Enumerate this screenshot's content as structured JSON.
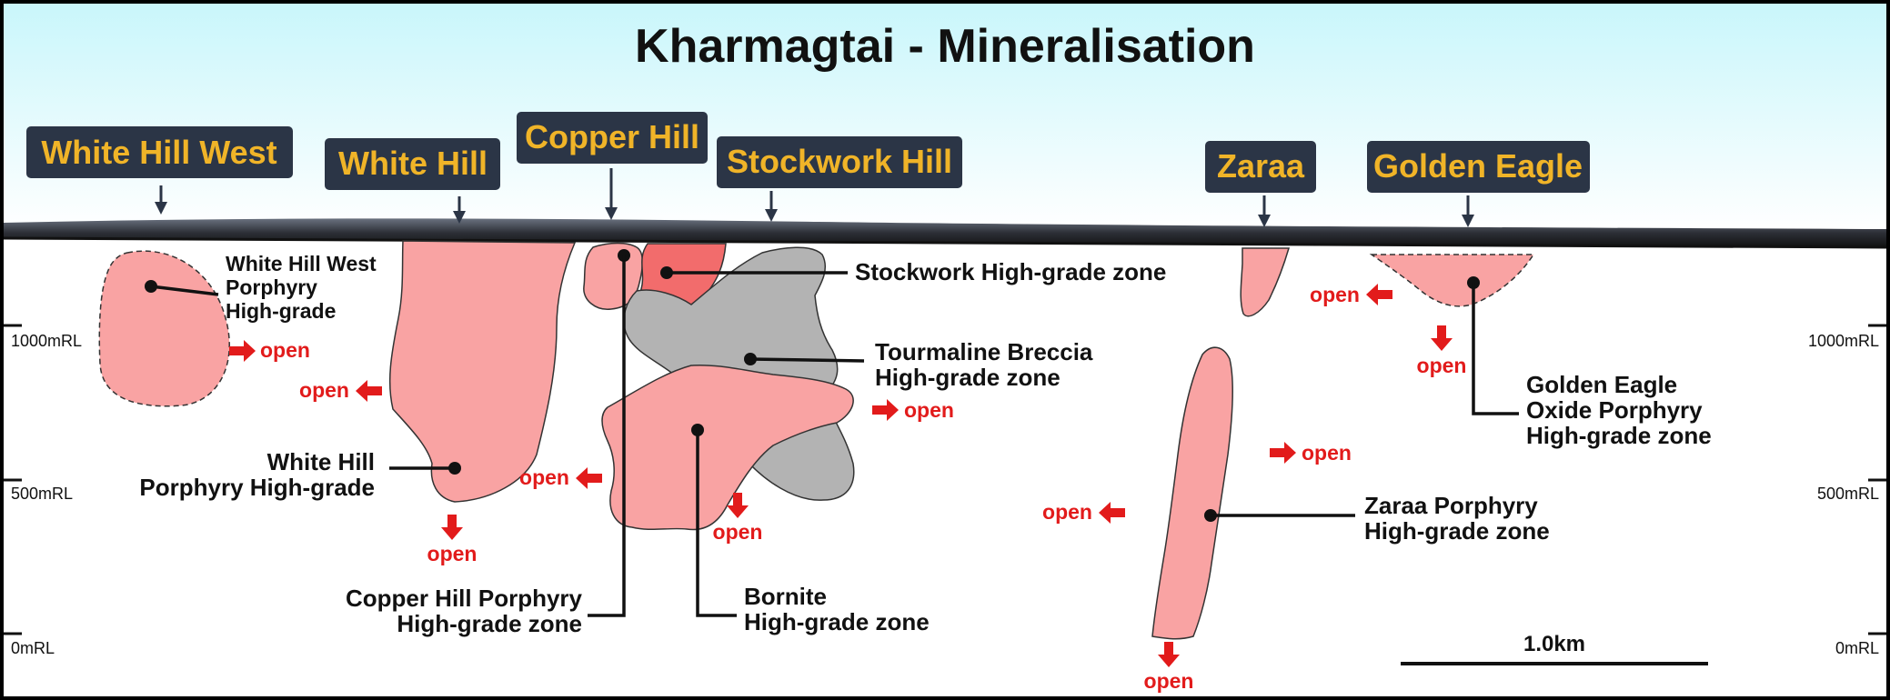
{
  "title": "Kharmagtai - Mineralisation",
  "deposits": {
    "white_hill_west": "White Hill West",
    "white_hill": "White Hill",
    "copper_hill": "Copper Hill",
    "stockwork_hill": "Stockwork Hill",
    "zaraa": "Zaraa",
    "golden_eagle": "Golden Eagle"
  },
  "labels": {
    "whw_porphyry": [
      "White Hill West",
      "Porphyry",
      "High-grade"
    ],
    "wh_porphyry": [
      "White Hill",
      "Porphyry High-grade"
    ],
    "ch_porphyry": [
      "Copper Hill Porphyry",
      "High-grade zone"
    ],
    "bornite": [
      "Bornite",
      "High-grade zone"
    ],
    "stockwork": [
      "Stockwork High-grade zone"
    ],
    "tourmaline": [
      "Tourmaline Breccia",
      "High-grade zone"
    ],
    "zaraa_porphyry": [
      "Zaraa Porphyry",
      "High-grade zone"
    ],
    "golden_eagle_oxide": [
      "Golden Eagle",
      "Oxide Porphyry",
      "High-grade zone"
    ]
  },
  "open_label": "open",
  "elevation_ticks": [
    "1000mRL",
    "500mRL",
    "0mRL"
  ],
  "scale_bar": "1.0km",
  "colors": {
    "sky_top": "#c9f6fb",
    "deposit_box": "#2b3546",
    "deposit_text": "#f0b428",
    "porphyry_fill": "#f9a3a3",
    "high_grade_fill": "#f26c6c",
    "breccia_fill": "#b3b3b3",
    "open_arrow": "#e21b1b"
  }
}
